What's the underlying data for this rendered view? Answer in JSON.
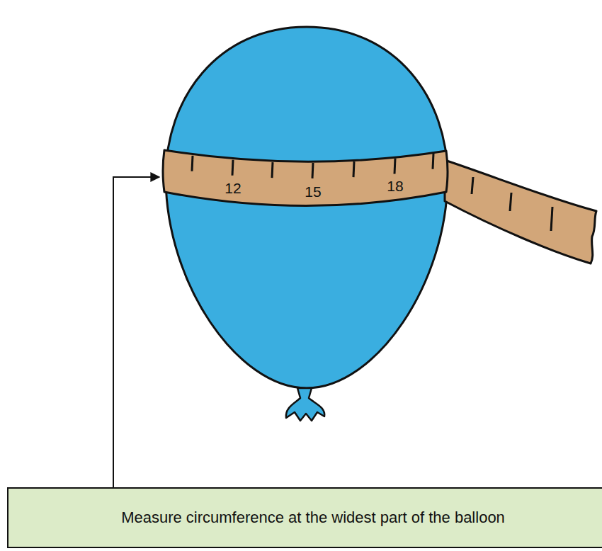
{
  "diagram": {
    "nodes": [
      {
        "text": [
          "12",
          "15",
          "18"
        ]
      },
      {
        "text": [
          "Measure circumference at the widest part of the balloon"
        ]
      }
    ],
    "edges": [
      {
        "from": 1,
        "to": 0,
        "arrow": "to"
      }
    ]
  }
}
